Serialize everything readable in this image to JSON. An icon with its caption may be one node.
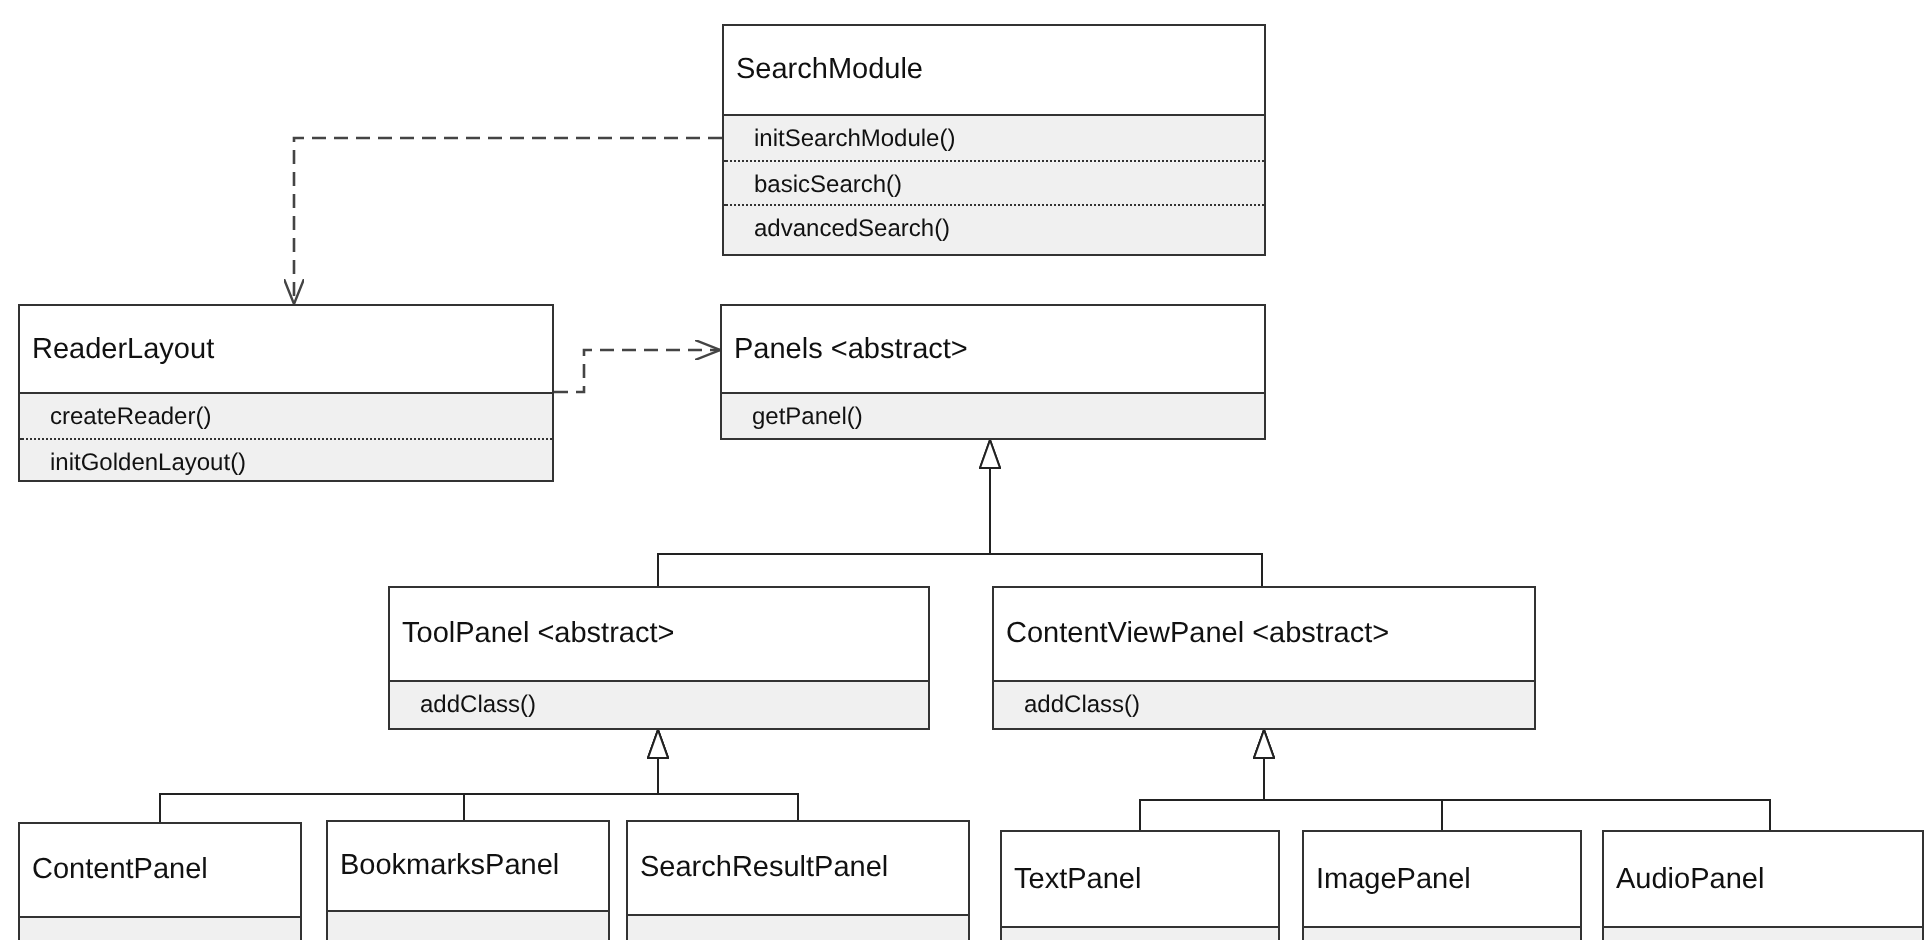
{
  "diagram": {
    "nodes": [
      {
        "text": [
          "SearchModule",
          "initSearchModule()",
          "basicSearch()",
          "advancedSearch()"
        ]
      },
      {
        "text": [
          "ReaderLayout",
          "createReader()",
          "initGoldenLayout()"
        ]
      },
      {
        "text": [
          "Panels <abstract>",
          "getPanel()"
        ]
      },
      {
        "text": [
          "ToolPanel <abstract>",
          "addClass()"
        ]
      },
      {
        "text": [
          "ContentViewPanel <abstract>",
          "addClass()"
        ]
      },
      {
        "text": [
          "ContentPanel"
        ]
      },
      {
        "text": [
          "BookmarksPanel"
        ]
      },
      {
        "text": [
          "SearchResultPanel"
        ]
      },
      {
        "text": [
          "TextPanel"
        ]
      },
      {
        "text": [
          "ImagePanel"
        ]
      },
      {
        "text": [
          "AudioPanel"
        ]
      }
    ],
    "edges": [
      {
        "from": 0,
        "to": 1,
        "arrow": "to",
        "style": "dashed"
      },
      {
        "from": 1,
        "to": 2,
        "arrow": "to",
        "style": "dashed"
      },
      {
        "from": 3,
        "to": 2,
        "arrow": "to"
      },
      {
        "from": 4,
        "to": 2,
        "arrow": "to"
      },
      {
        "from": 5,
        "to": 3,
        "arrow": "to"
      },
      {
        "from": 6,
        "to": 3,
        "arrow": "to"
      },
      {
        "from": 7,
        "to": 3,
        "arrow": "to"
      },
      {
        "from": 8,
        "to": 4,
        "arrow": "to"
      },
      {
        "from": 9,
        "to": 4,
        "arrow": "to"
      },
      {
        "from": 10,
        "to": 4,
        "arrow": "to"
      }
    ]
  }
}
